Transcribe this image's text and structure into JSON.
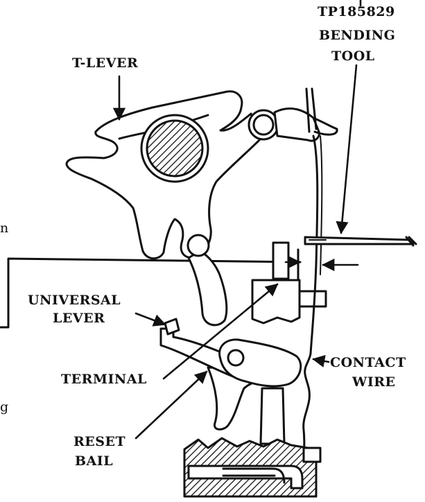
{
  "labels": {
    "tool_code": "TP185829",
    "tool_name_1": "BENDING",
    "tool_name_2": "TOOL",
    "t_lever": "T-LEVER",
    "universal_1": "UNIVERSAL",
    "universal_2": "LEVER",
    "terminal": "TERMINAL",
    "contact_1": "CONTACT",
    "contact_2": "WIRE",
    "reset_1": "RESET",
    "reset_2": "BAIL",
    "margin_n": "n",
    "margin_g": "g"
  },
  "colors": {
    "ink": "#111111",
    "paper": "#ffffff"
  }
}
